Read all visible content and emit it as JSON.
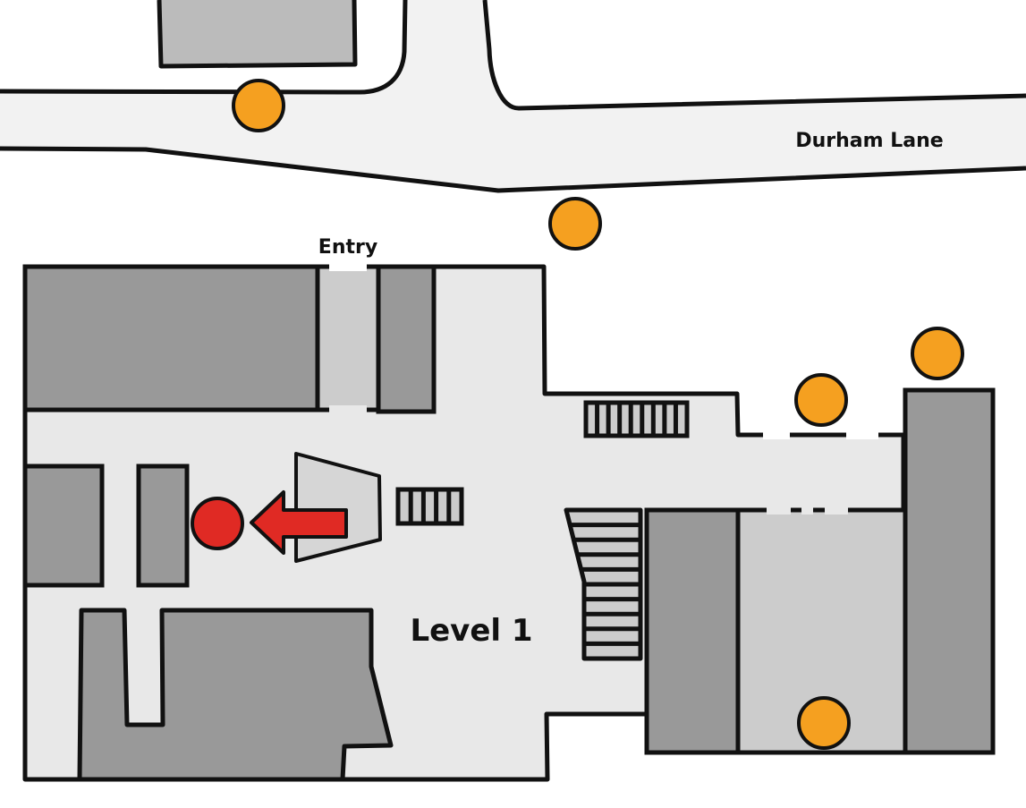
{
  "street": {
    "name": "Durham Lane"
  },
  "entrance": {
    "label": "Entry"
  },
  "floor": {
    "label": "Level 1"
  },
  "colors": {
    "background": "#ffffff",
    "road_fill": "#f2f2f2",
    "floor_fill": "#e8e8e8",
    "room_dark": "#999999",
    "room_light": "#cccccc",
    "outline": "#111111",
    "marker_orange": "#f5a020",
    "marker_red": "#e02a24"
  },
  "legend_items": {
    "orange_marker": "orange-dot-icon",
    "current_location": "red-dot-icon",
    "direction": "arrow-left-icon",
    "stairs": "stairs-icon"
  }
}
